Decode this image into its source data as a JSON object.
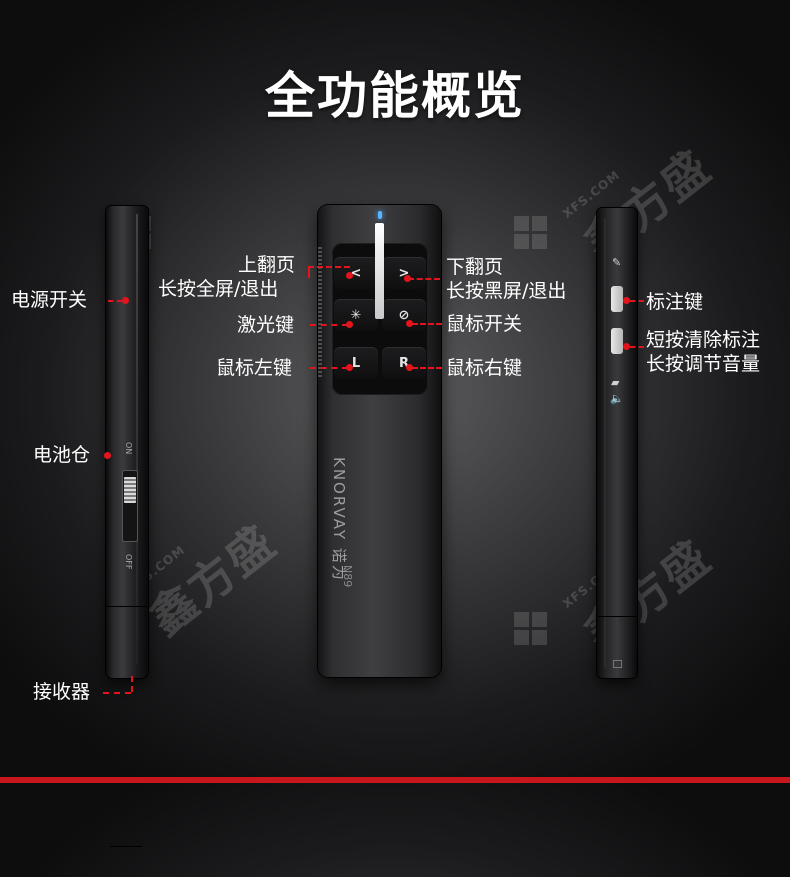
{
  "title": "全功能概览",
  "watermark": {
    "brand": "鑫方盛",
    "site": "XFS.COM"
  },
  "device": {
    "brand": "KNORVAY 诺为",
    "model": "N89",
    "switch_on": "ON",
    "switch_off": "OFF",
    "key_prev": "<",
    "key_next": ">",
    "key_left": "L",
    "key_right": "R"
  },
  "labels": {
    "power_switch": "电源开关",
    "battery": "电池仓",
    "receiver": "接收器",
    "page_up_line1": "上翻页",
    "page_up_line2": "长按全屏/退出",
    "laser_key": "激光键",
    "mouse_left": "鼠标左键",
    "page_down_line1": "下翻页",
    "page_down_line2": "长按黑屏/退出",
    "mouse_switch": "鼠标开关",
    "mouse_right": "鼠标右键",
    "annotate_key": "标注键",
    "clear_line1": "短按清除标注",
    "clear_line2": "长按调节音量"
  },
  "colors": {
    "accent": "#e3141c",
    "background": "#2a2a2c",
    "stripe": "#c8161d",
    "led": "#5ab4ff"
  }
}
